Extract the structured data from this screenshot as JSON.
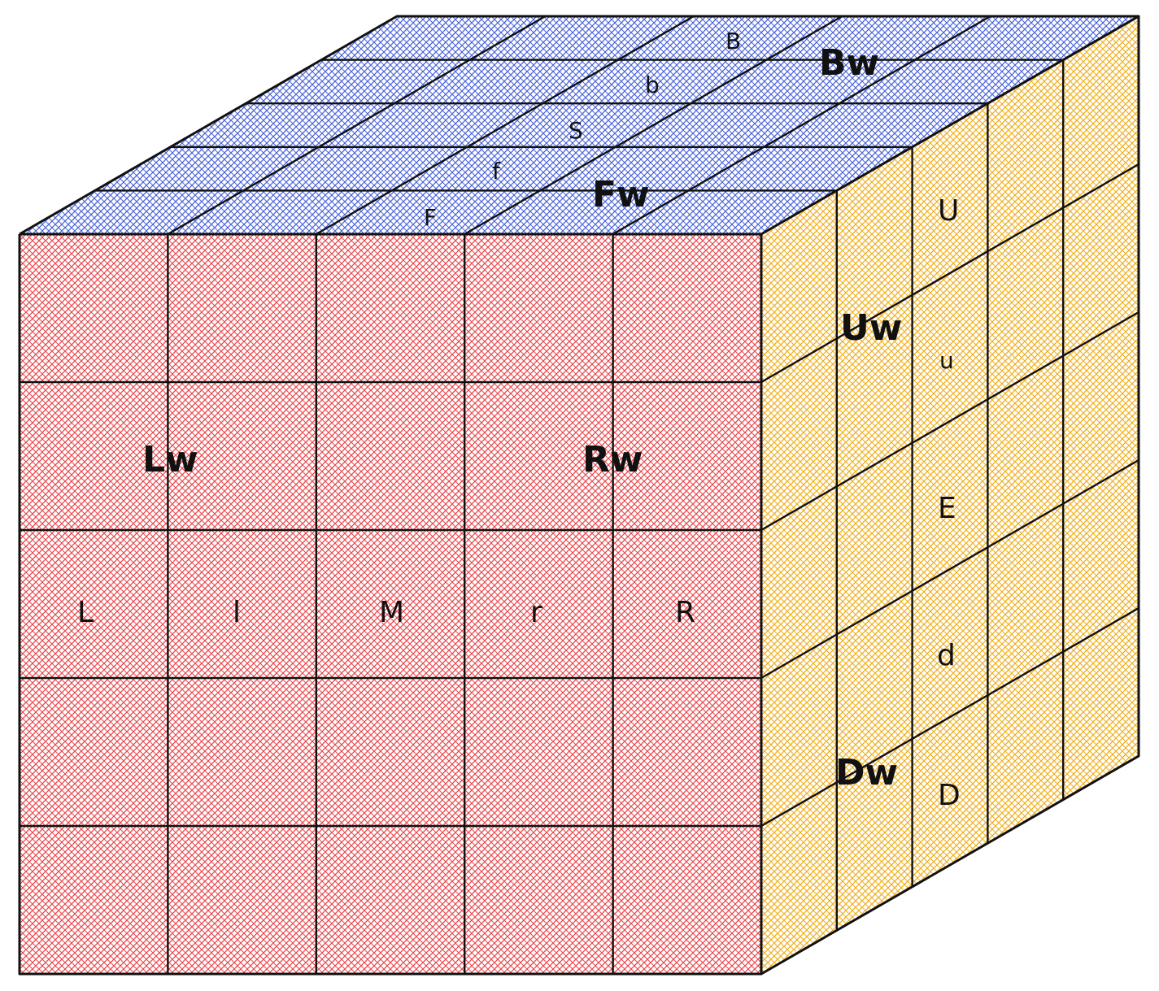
{
  "colors": {
    "top": "#4a63d8",
    "front": "#e8474c",
    "side": "#f0ae1c",
    "ink": "#111111"
  },
  "front": {
    "labels": {
      "lw": "Lw",
      "rw": "Rw",
      "l_upper": "L",
      "l_lower": "l",
      "m": "M",
      "r_lower": "r",
      "r_upper": "R"
    }
  },
  "top": {
    "labels": {
      "b_upper": "B",
      "bw": "Bw",
      "b_lower": "b",
      "s": "S",
      "f_lower": "f",
      "fw": "Fw",
      "f_upper": "F"
    }
  },
  "side": {
    "labels": {
      "u_upper": "U",
      "uw": "Uw",
      "u_lower": "u",
      "e": "E",
      "d_lower": "d",
      "dw": "Dw",
      "d_upper": "D"
    }
  }
}
